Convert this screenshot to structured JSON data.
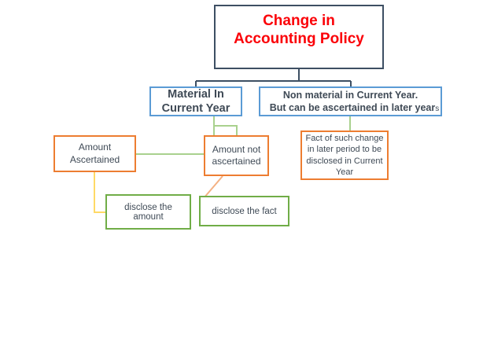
{
  "diagram": {
    "title_node": {
      "label": "Change in\nAccounting Policy",
      "line1": "Change in",
      "line2": "Accounting Policy",
      "text_color": "#fb0007",
      "border_color": "#3d4f63"
    },
    "level2": [
      {
        "name": "material-in-current-year",
        "line1": "Material In",
        "line2": "Current Year",
        "border_color": "#5b9bd5"
      },
      {
        "name": "non-material-in-current-year",
        "line1": "Non material in Current Year.",
        "line2": "But can be ascertained in later year",
        "line2_tail": "s",
        "border_color": "#5b9bd5"
      }
    ],
    "level3": [
      {
        "name": "amount-ascertained",
        "line1": "Amount",
        "line2": "Ascertained",
        "border_color": "#ed7d31"
      },
      {
        "name": "amount-not-ascertained",
        "line1": "Amount not",
        "line2": "ascertained",
        "border_color": "#ed7d31"
      },
      {
        "name": "fact-of-such-change",
        "text": "Fact of such change in later period to be disclosed in Current Year",
        "border_color": "#ed7d31"
      }
    ],
    "level4": [
      {
        "name": "disclose-the-amount",
        "text": "disclose the amount",
        "border_color": "#70ad47"
      },
      {
        "name": "disclose-the-fact",
        "text": "disclose the fact",
        "border_color": "#70ad47"
      }
    ],
    "connector_colors": {
      "root_branch": "#3d4f63",
      "green_branch": "#a9d18e",
      "yellow_branch": "#ffd966",
      "orange_branch": "#f4b183"
    }
  }
}
